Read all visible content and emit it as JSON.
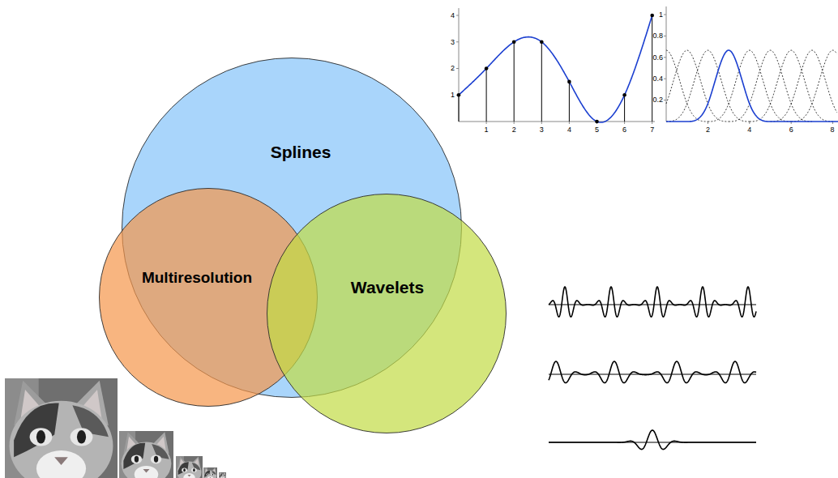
{
  "diagram": {
    "nodes": [
      {
        "text": [
          "Splines"
        ]
      },
      {
        "text": [
          "Multiresolution"
        ]
      },
      {
        "text": [
          "Wavelets"
        ]
      }
    ],
    "labels": [
      "1",
      "2",
      "3",
      "4",
      "1",
      "2",
      "3",
      "4",
      "5",
      "6",
      "7",
      "0.2",
      "0.4",
      "0.6",
      "0.8",
      "1",
      "2",
      "4",
      "6",
      "8"
    ]
  }
}
